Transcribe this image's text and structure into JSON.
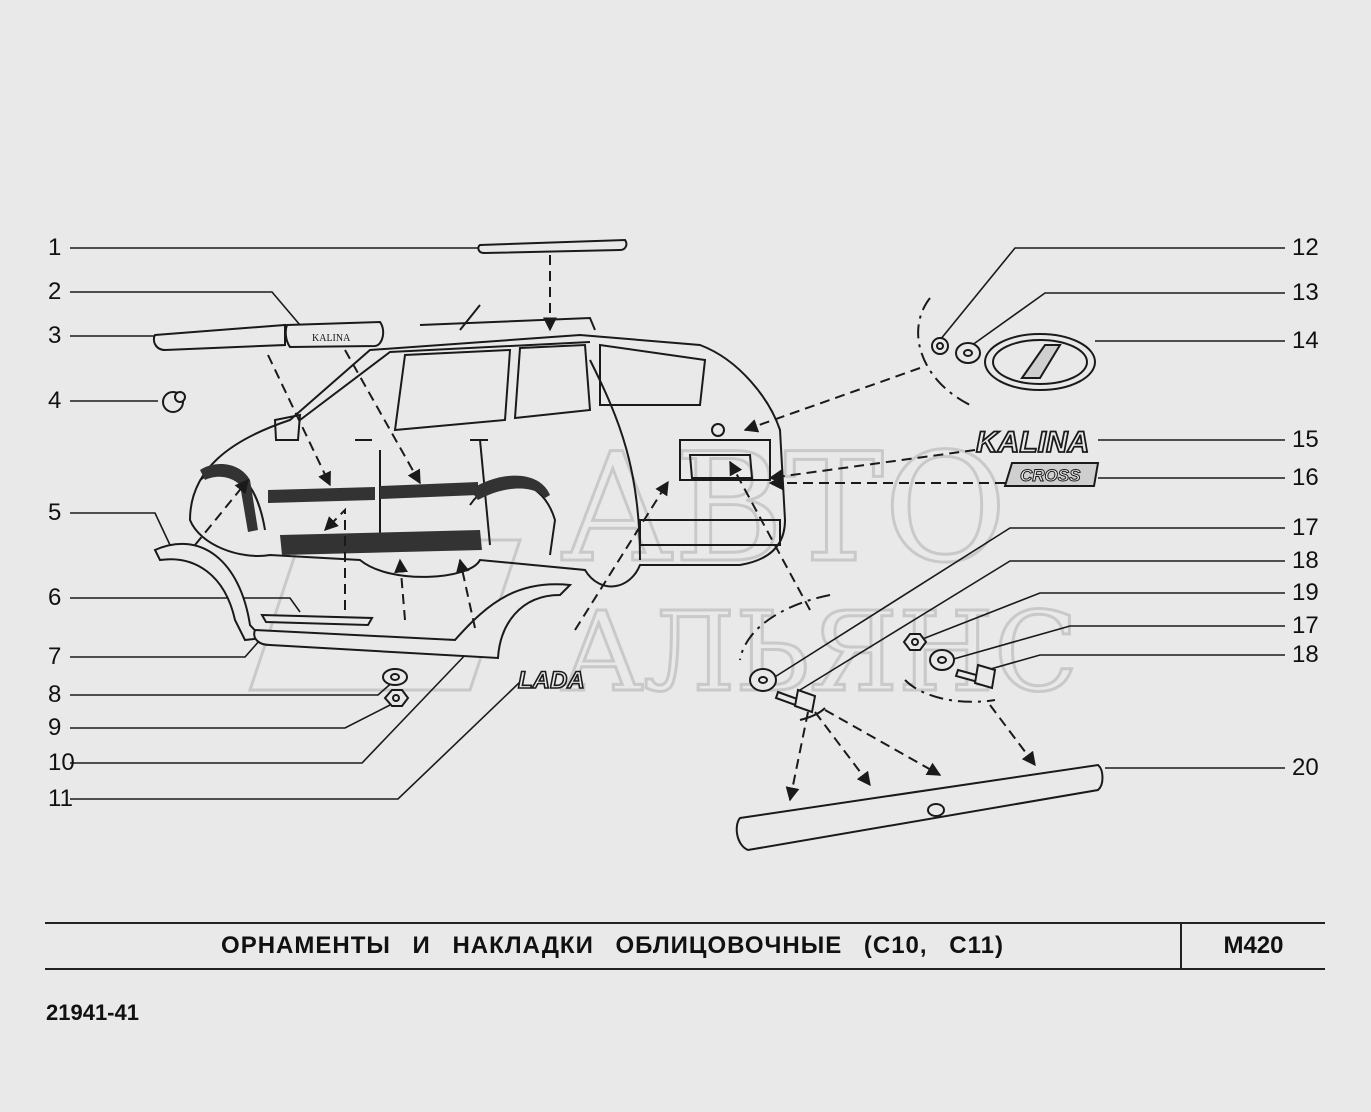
{
  "callouts_left": [
    "1",
    "2",
    "3",
    "4",
    "5",
    "6",
    "7",
    "8",
    "9",
    "10",
    "11"
  ],
  "callouts_right": [
    "12",
    "13",
    "14",
    "15",
    "16",
    "17",
    "18",
    "19",
    "17",
    "18",
    "20"
  ],
  "emblem_texts": {
    "kalina": "KALINA",
    "cross": "CROSS",
    "lada": "LADA",
    "molding_badge": "KALINA"
  },
  "watermark": {
    "line1": "АВТО",
    "line2": "АЛЬЯНС"
  },
  "title": {
    "text": "ОРНАМЕНТЫ И НАКЛАДКИ ОБЛИЦОВОЧНЫЕ (C10, C11)",
    "code": "M420"
  },
  "doc_number": "21941-41",
  "colors": {
    "background": "#e9e9e9",
    "line": "#1a1a1a",
    "watermark": "#c9c9c9",
    "molding": "#333333"
  }
}
